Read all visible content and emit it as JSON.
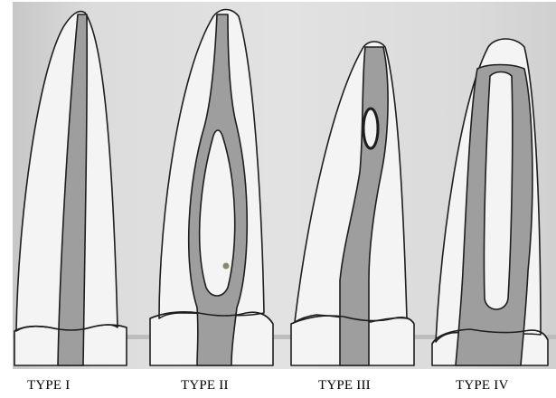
{
  "labels": {
    "type1": "TYPE I",
    "type2": "TYPE II",
    "type3": "TYPE III",
    "type4": "TYPE IV"
  },
  "colors": {
    "background_photo": "#d9d9d9",
    "tooth": "#f4f4f4",
    "canal": "#9e9e9e",
    "outline": "#1e1e1e",
    "baseline": "#bdbdbd"
  }
}
